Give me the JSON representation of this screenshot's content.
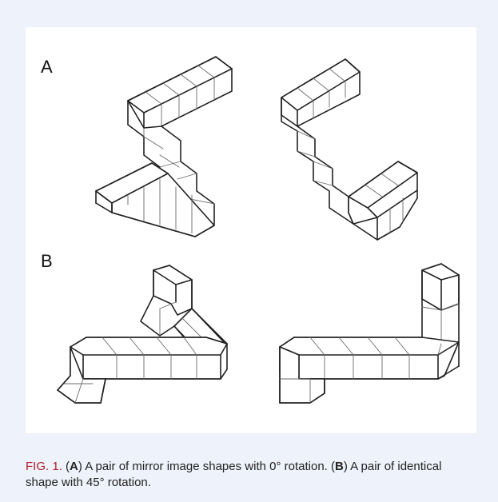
{
  "figure": {
    "panel_a_label": "A",
    "panel_b_label": "B",
    "panels": [
      {
        "panel": "A",
        "description": "pair of mirror image shapes",
        "rotation_degrees": 0
      },
      {
        "panel": "B",
        "description": "pair of identical shapes",
        "rotation_degrees": 45
      }
    ]
  },
  "caption": {
    "fig_number": "FIG. 1.",
    "part_a_open": " (",
    "part_a_letter": "A",
    "part_a_text": ") A pair of mirror image shapes with 0° rotation. ",
    "part_b_open": "(",
    "part_b_letter": "B",
    "part_b_text": ") A pair of identical shape with 45° rotation."
  },
  "colors": {
    "background": "#eef2fa",
    "panel": "#ffffff",
    "fig_number": "#b0202e",
    "stroke": "#222222"
  }
}
